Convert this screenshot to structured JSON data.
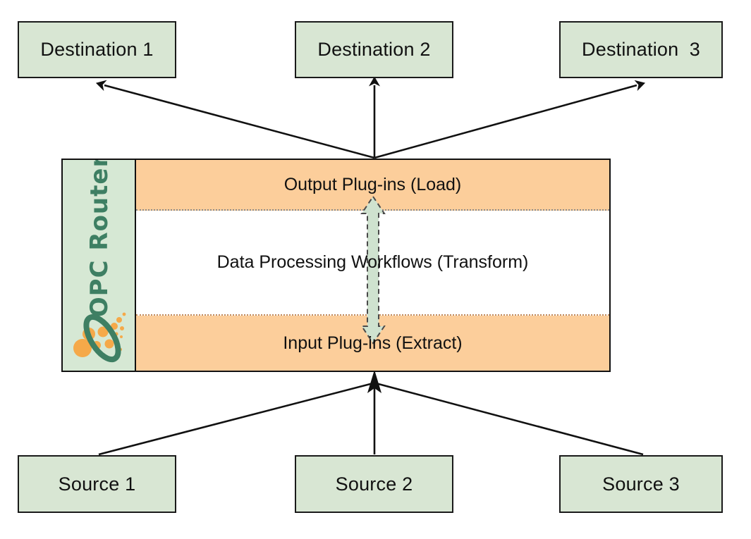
{
  "diagram": {
    "title": "OPC Router ETL data flow",
    "colors": {
      "endpoint_fill": "#d8e6d3",
      "endpoint_border": "#1a1a1a",
      "plugin_band_fill": "#fcce9b",
      "transform_band_fill": "#ffffff",
      "brand_panel_fill": "#d6e8d4",
      "brand_text": "#3e7f63",
      "logo_ring": "#3e7f63",
      "logo_dots": "#f5a949",
      "arrow_fill": "#cfe2cf",
      "arrow_outline": "#4a4a4a",
      "connector_line": "#111111",
      "page_background": "#ffffff"
    },
    "destinations": [
      {
        "label": "Destination 1"
      },
      {
        "label": "Destination 2"
      },
      {
        "label": "Destination  3"
      }
    ],
    "sources": [
      {
        "label": "Source 1"
      },
      {
        "label": "Source 2"
      },
      {
        "label": "Source 3"
      }
    ],
    "router": {
      "brand_name": "OPC Router",
      "logo_icon": "opc-router-ring-logo",
      "bands": [
        {
          "id": "output",
          "label": "Output Plug-ins (Load)"
        },
        {
          "id": "transform",
          "label": "Data Processing Workflows (Transform)"
        },
        {
          "id": "input",
          "label": "Input Plug-ins (Extract)"
        }
      ],
      "transform_arrow_icon": "double-headed-vertical-arrow"
    },
    "connectors": {
      "outbound_icon": "arrow-up-to-destinations",
      "inbound_icon": "arrow-up-from-sources"
    }
  }
}
